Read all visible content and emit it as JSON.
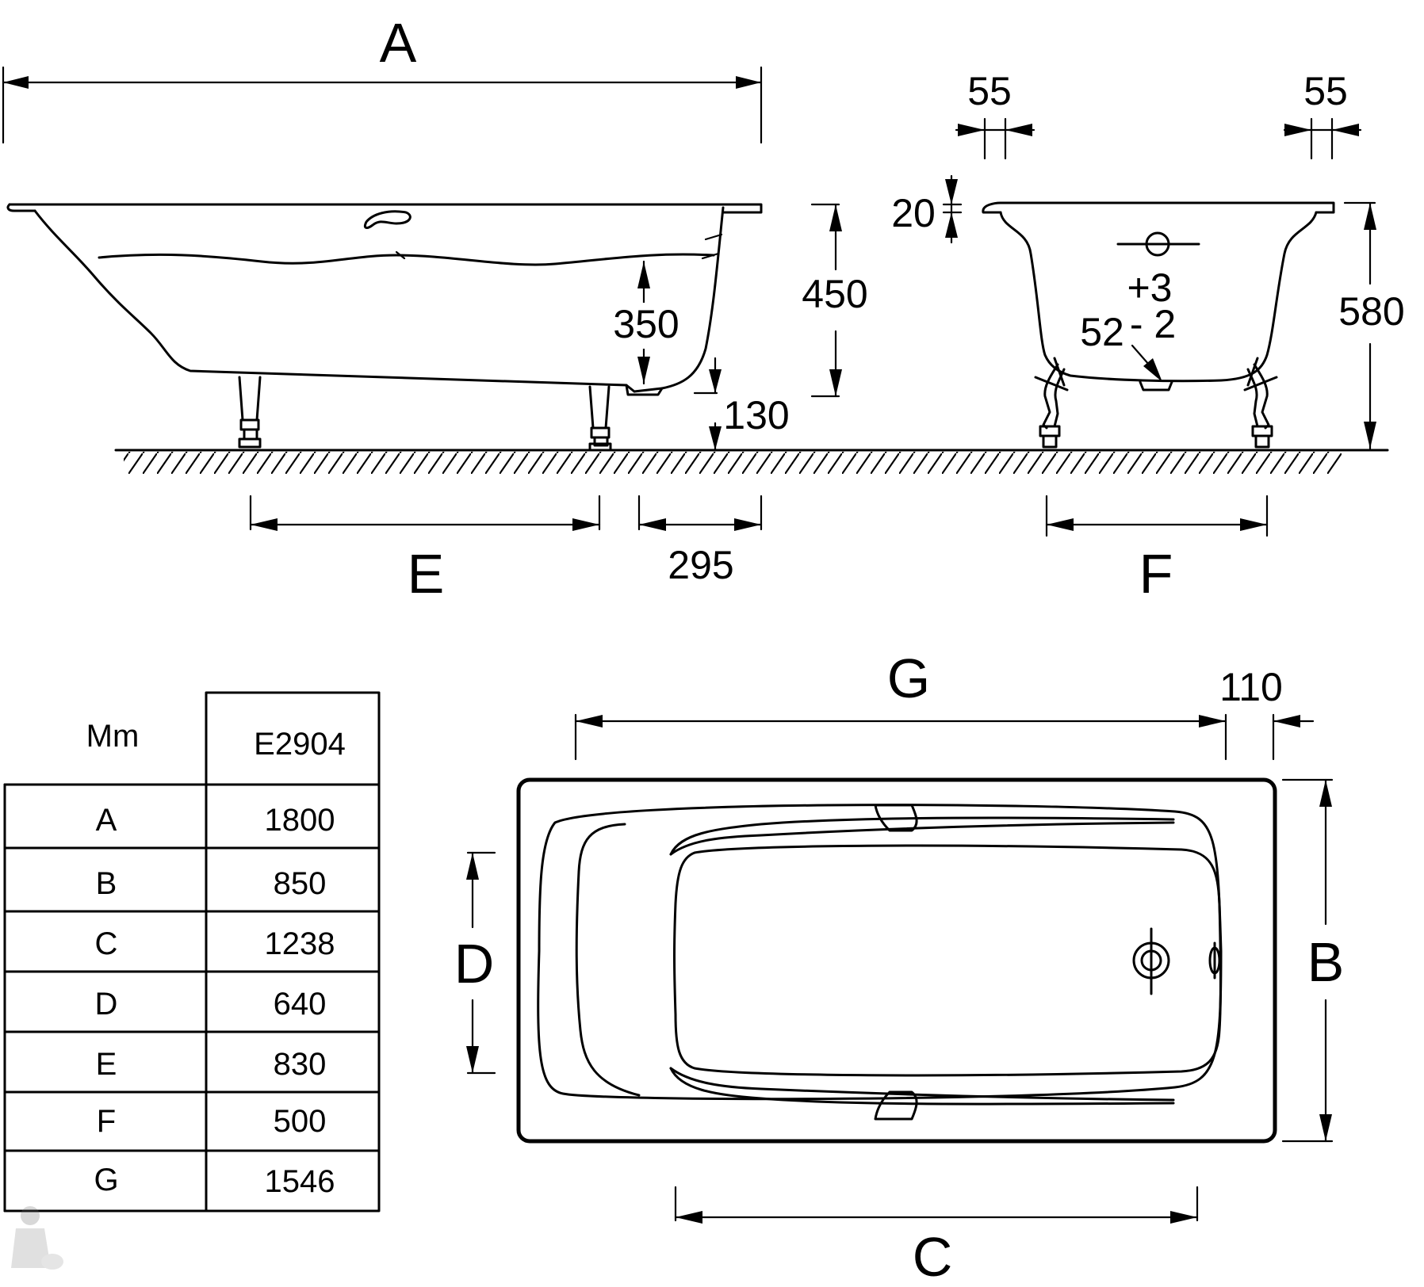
{
  "dims": {
    "A": "A",
    "E": "E",
    "F": "F",
    "G": "G",
    "B": "B",
    "C": "C",
    "D": "D",
    "d295": "295",
    "d350": "350",
    "d450": "450",
    "d130": "130",
    "d55_left": "55",
    "d55_right": "55",
    "d20": "20",
    "d580": "580",
    "tol_plus": "+3",
    "tol_base": "52",
    "tol_minus": "- 2",
    "d110": "110"
  },
  "table": {
    "unit": "Mm",
    "model": "E2904",
    "rows": [
      {
        "key": "A",
        "value": "1800"
      },
      {
        "key": "B",
        "value": "850"
      },
      {
        "key": "C",
        "value": "1238"
      },
      {
        "key": "D",
        "value": "640"
      },
      {
        "key": "E",
        "value": "830"
      },
      {
        "key": "F",
        "value": "500"
      },
      {
        "key": "G",
        "value": "1546"
      }
    ]
  }
}
